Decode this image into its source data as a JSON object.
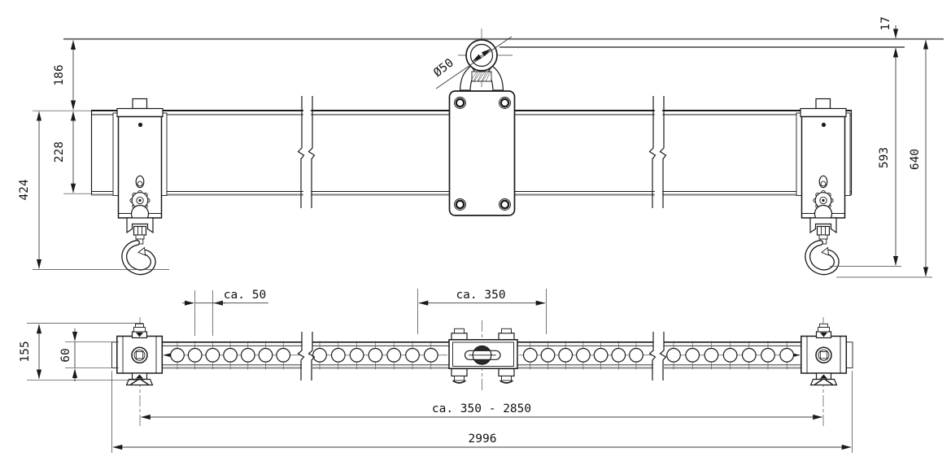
{
  "colors": {
    "ink": "#1a1a1a",
    "gray_line": "#7d7d7d",
    "background": "#ffffff"
  },
  "views": {
    "front": {
      "dims": {
        "eye_to_beam_top": "186",
        "beam_height": "228",
        "beam_top_to_hook": "424",
        "eye_offset": "17",
        "ref_to_hook": "593",
        "overall_height": "640",
        "eye_hole_diameter": "Ø50"
      }
    },
    "bottom": {
      "dims": {
        "hole_pitch": "ca. 50",
        "center_section": "ca. 350",
        "hook_range": "ca. 350 - 2850",
        "overall_length": "2996",
        "end_block_height": "155",
        "rail_height": "60"
      }
    }
  }
}
